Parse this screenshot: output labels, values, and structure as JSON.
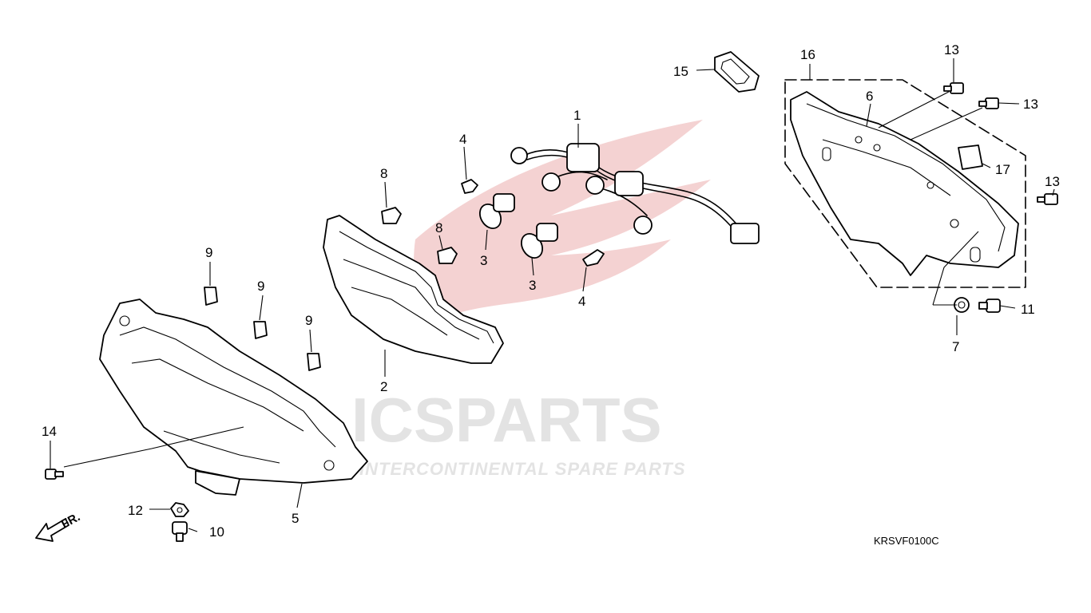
{
  "diagram": {
    "diagram_code": "KRSVF0100C",
    "direction_label": "FR.",
    "watermark": {
      "brand": "ICSPARTS",
      "tagline": "INTERCONTINENTAL SPARE PARTS",
      "accent": "#e8a8a8"
    },
    "callouts": [
      {
        "id": "c1",
        "text": "1"
      },
      {
        "id": "c2",
        "text": "2"
      },
      {
        "id": "c3a",
        "text": "3"
      },
      {
        "id": "c3b",
        "text": "3"
      },
      {
        "id": "c4a",
        "text": "4"
      },
      {
        "id": "c4b",
        "text": "4"
      },
      {
        "id": "c5",
        "text": "5"
      },
      {
        "id": "c6",
        "text": "6"
      },
      {
        "id": "c7",
        "text": "7"
      },
      {
        "id": "c8a",
        "text": "8"
      },
      {
        "id": "c8b",
        "text": "8"
      },
      {
        "id": "c9a",
        "text": "9"
      },
      {
        "id": "c9b",
        "text": "9"
      },
      {
        "id": "c9c",
        "text": "9"
      },
      {
        "id": "c10",
        "text": "10"
      },
      {
        "id": "c11",
        "text": "11"
      },
      {
        "id": "c12",
        "text": "12"
      },
      {
        "id": "c13a",
        "text": "13"
      },
      {
        "id": "c13b",
        "text": "13"
      },
      {
        "id": "c13c",
        "text": "13"
      },
      {
        "id": "c14",
        "text": "14"
      },
      {
        "id": "c15",
        "text": "15"
      },
      {
        "id": "c16",
        "text": "16"
      },
      {
        "id": "c17",
        "text": "17"
      }
    ]
  }
}
